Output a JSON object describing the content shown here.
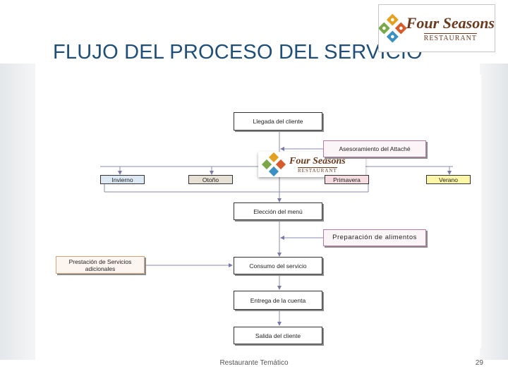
{
  "slide": {
    "title": "FLUJO DEL PROCESO DEL SERVICIO",
    "footer": "Restaurante Temático",
    "page_number": "29"
  },
  "logo": {
    "name": "Four Seasons",
    "subtitle": "RESTAURANT"
  },
  "flow": {
    "arrival": "Llegada del cliente",
    "advice": "Asesoramiento del Attaché",
    "seasons": [
      "Invierno",
      "Otoño",
      "Primavera",
      "Verano"
    ],
    "menu_choice": "Elección del menú",
    "food_prep": "Preparación de alimentos",
    "extra_services": "Prestación de Servicios adicionales",
    "consumption": "Consumo del servicio",
    "bill": "Entrega de la cuenta",
    "exit": "Salida del cliente"
  },
  "colors": {
    "title": "#1f4e79",
    "season_winter": "#dde8f5",
    "season_autumn": "#e6e0d4",
    "season_spring": "#f7dce2",
    "season_summer": "#fdf6a8",
    "connector": "#8b8bb5"
  }
}
